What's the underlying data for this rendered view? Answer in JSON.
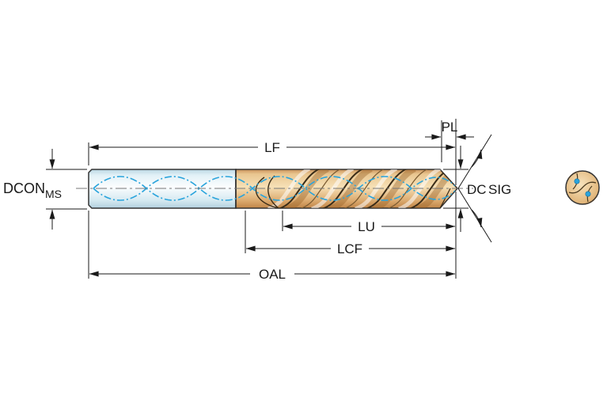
{
  "diagram": {
    "type": "technical-drawing",
    "subject": "Twist drill dimensional diagram with point end view",
    "labels": {
      "lf": "LF",
      "pl": "PL",
      "dcon": "DCON",
      "dcon_sub": "MS",
      "dc": "DC",
      "sig": "SIG",
      "lu": "LU",
      "lcf": "LCF",
      "oal": "OAL"
    },
    "colors": {
      "background": "#ffffff",
      "outline": "#333333",
      "dimension_line": "#1a1a1a",
      "coolant_blue": "#2aa4dc",
      "shank_tint": "#dcedf4",
      "flute_tan": "#e9c690"
    }
  }
}
